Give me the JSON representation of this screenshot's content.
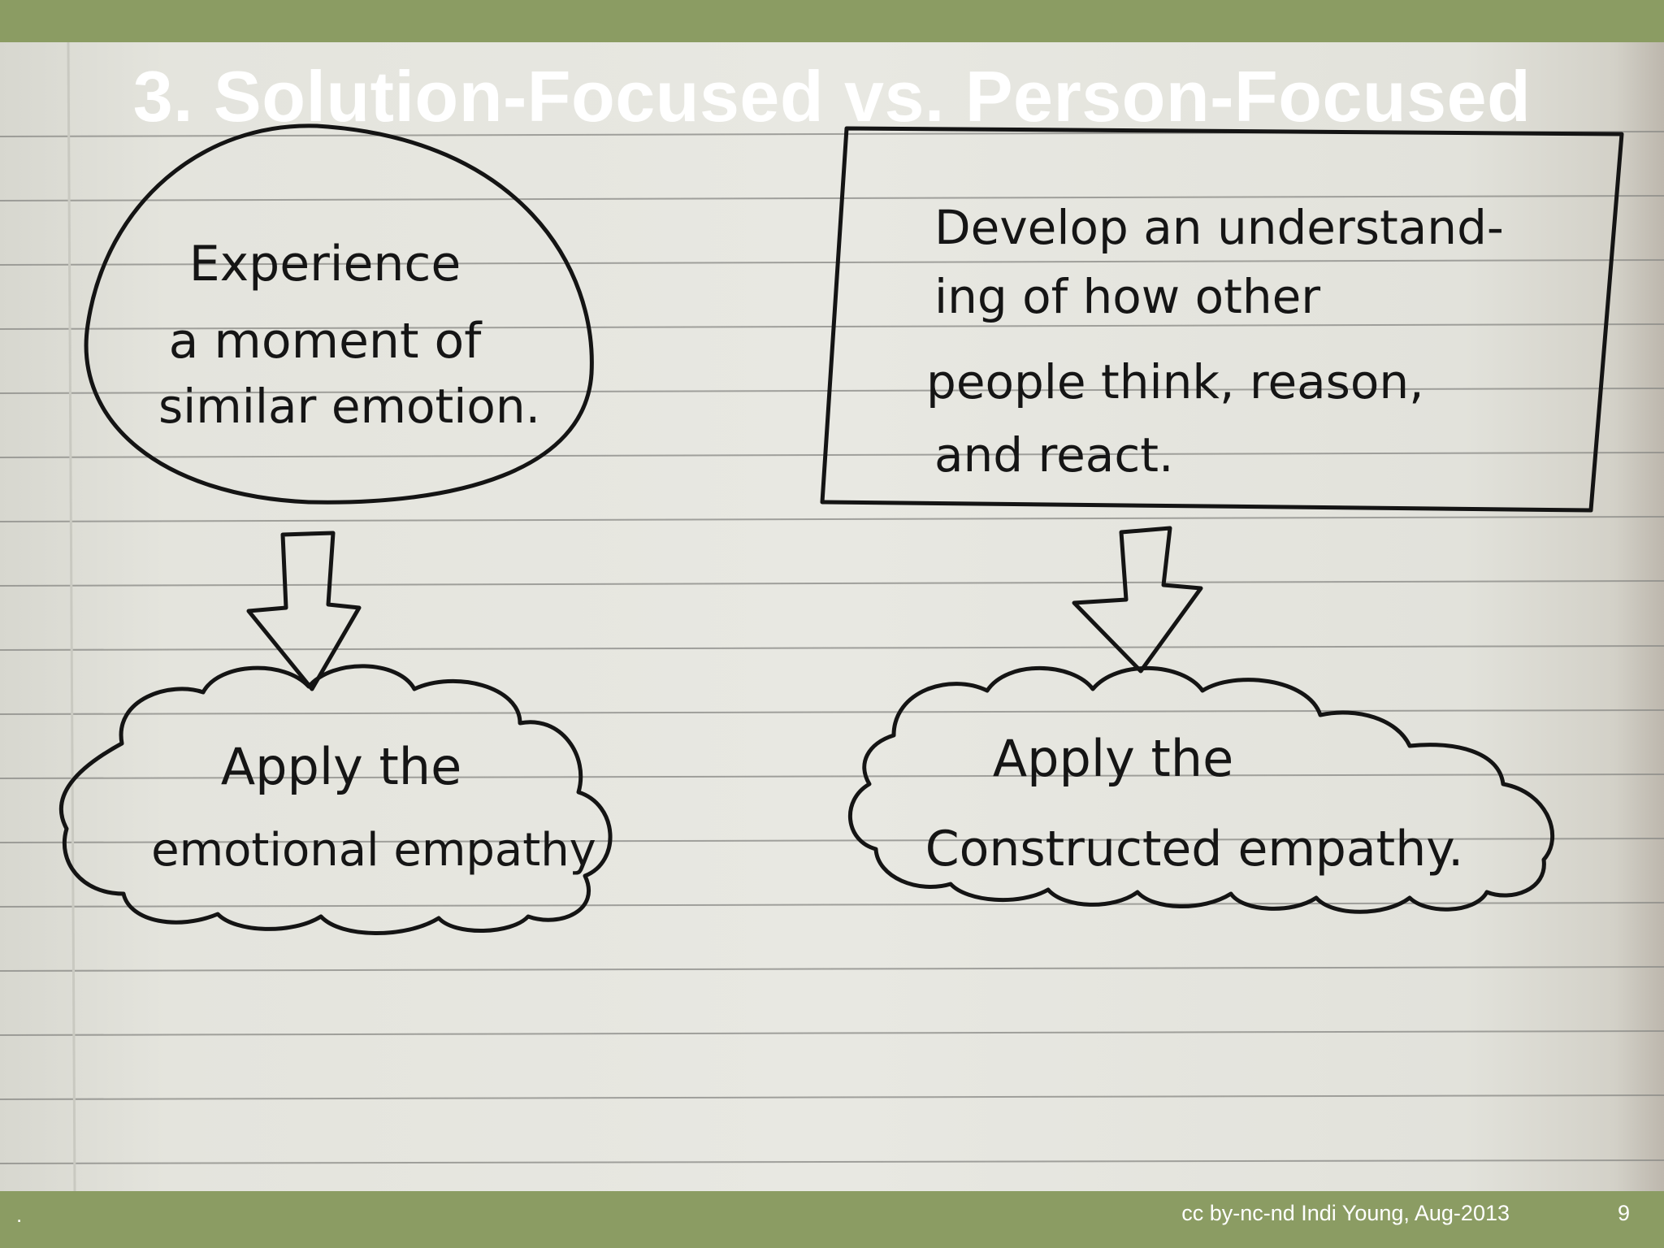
{
  "slide": {
    "title": "3. Solution-Focused vs. Person-Focused",
    "footer_credit": "cc by-nc-nd Indi Young, Aug-2013",
    "page_number": "9",
    "footer_mark": "."
  },
  "diagram": {
    "left": {
      "top_text": [
        "Experience",
        "a moment of",
        "similar emotion."
      ],
      "bottom_text": [
        "Apply the",
        "emotional empathy"
      ]
    },
    "right": {
      "top_text": [
        "Develop an understand-",
        "ing of how other",
        "people think, reason,",
        "and react."
      ],
      "bottom_text": [
        "Apply the",
        "Constructed empathy."
      ]
    }
  }
}
